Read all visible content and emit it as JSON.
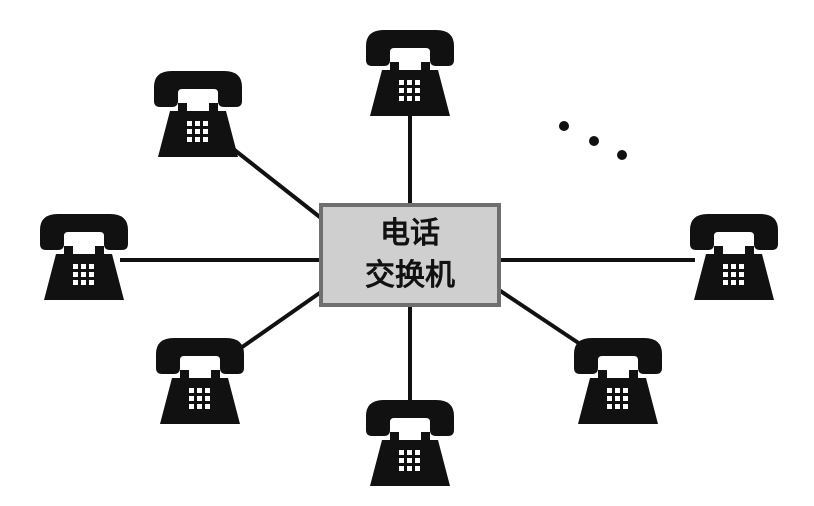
{
  "switch": {
    "line1": "电话",
    "line2": "交换机",
    "fill_color": "#cfcfcf",
    "border_color": "#6f6f6f"
  },
  "telephones": [
    {
      "name": "telephone-top",
      "icon": "telephone-icon"
    },
    {
      "name": "telephone-upper-left",
      "icon": "telephone-icon"
    },
    {
      "name": "telephone-left",
      "icon": "telephone-icon"
    },
    {
      "name": "telephone-lower-left",
      "icon": "telephone-icon"
    },
    {
      "name": "telephone-bottom",
      "icon": "telephone-icon"
    },
    {
      "name": "telephone-lower-right",
      "icon": "telephone-icon"
    },
    {
      "name": "telephone-right",
      "icon": "telephone-icon"
    }
  ],
  "ellipsis": {
    "icon": "ellipsis-dots-icon",
    "count": 3
  },
  "colors": {
    "phone": "#111111",
    "line": "#111111",
    "background": "#ffffff"
  }
}
